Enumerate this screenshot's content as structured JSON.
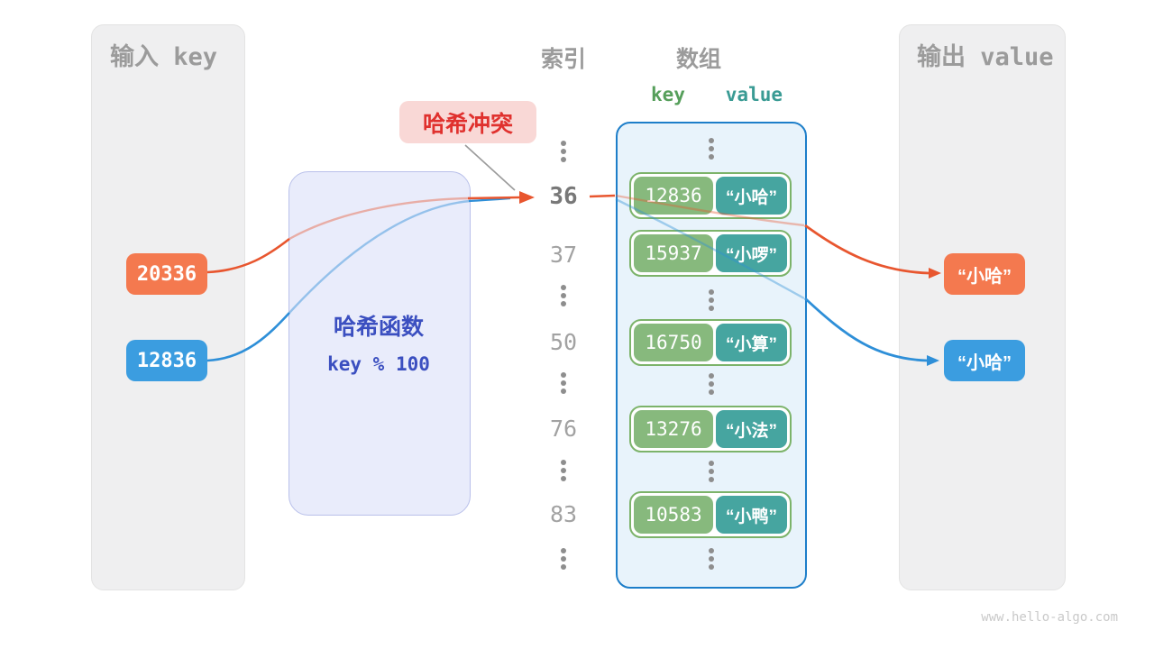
{
  "input_panel": {
    "title": "输入 key",
    "items": [
      {
        "value": "20336",
        "color": "#f4794f"
      },
      {
        "value": "12836",
        "color": "#3b9de0"
      }
    ]
  },
  "output_panel": {
    "title": "输出 value",
    "items": [
      {
        "value": "“小哈”",
        "color": "#f4794f"
      },
      {
        "value": "“小哈”",
        "color": "#3b9de0"
      }
    ]
  },
  "hash_function": {
    "title": "哈希函数",
    "formula": "key % 100"
  },
  "collision_label": {
    "text": "哈希冲突"
  },
  "index_column": {
    "title": "索引",
    "values": [
      "36",
      "37",
      "50",
      "76",
      "83"
    ],
    "highlighted_value": "36"
  },
  "array": {
    "title": "数组",
    "key_header": "key",
    "value_header": "value",
    "pairs": [
      {
        "index": "36",
        "key": "12836",
        "value": "“小哈”"
      },
      {
        "index": "37",
        "key": "15937",
        "value": "“小啰”"
      },
      {
        "index": "50",
        "key": "16750",
        "value": "“小算”"
      },
      {
        "index": "76",
        "key": "13276",
        "value": "“小法”"
      },
      {
        "index": "83",
        "key": "10583",
        "value": "“小鸭”"
      }
    ]
  },
  "watermark": "www.hello-algo.com",
  "colors": {
    "orange_box": "#f4794f",
    "blue_box": "#3b9de0",
    "line_orange": "#e8562f",
    "line_blue": "#2e8fd8",
    "key_green": "#87b97d",
    "value_teal": "#46a5a0",
    "pair_border_green": "#7cb36a",
    "array_border_blue": "#1d7ec9",
    "array_fill": "#e8f3fb",
    "hash_fill": "#e9ecfb",
    "hash_text": "#3b4fc0",
    "collision_red": "#e0312e",
    "collision_bg": "#f9d8d6",
    "panel_gray": "#efeff0",
    "title_gray": "#9b9b9b"
  }
}
